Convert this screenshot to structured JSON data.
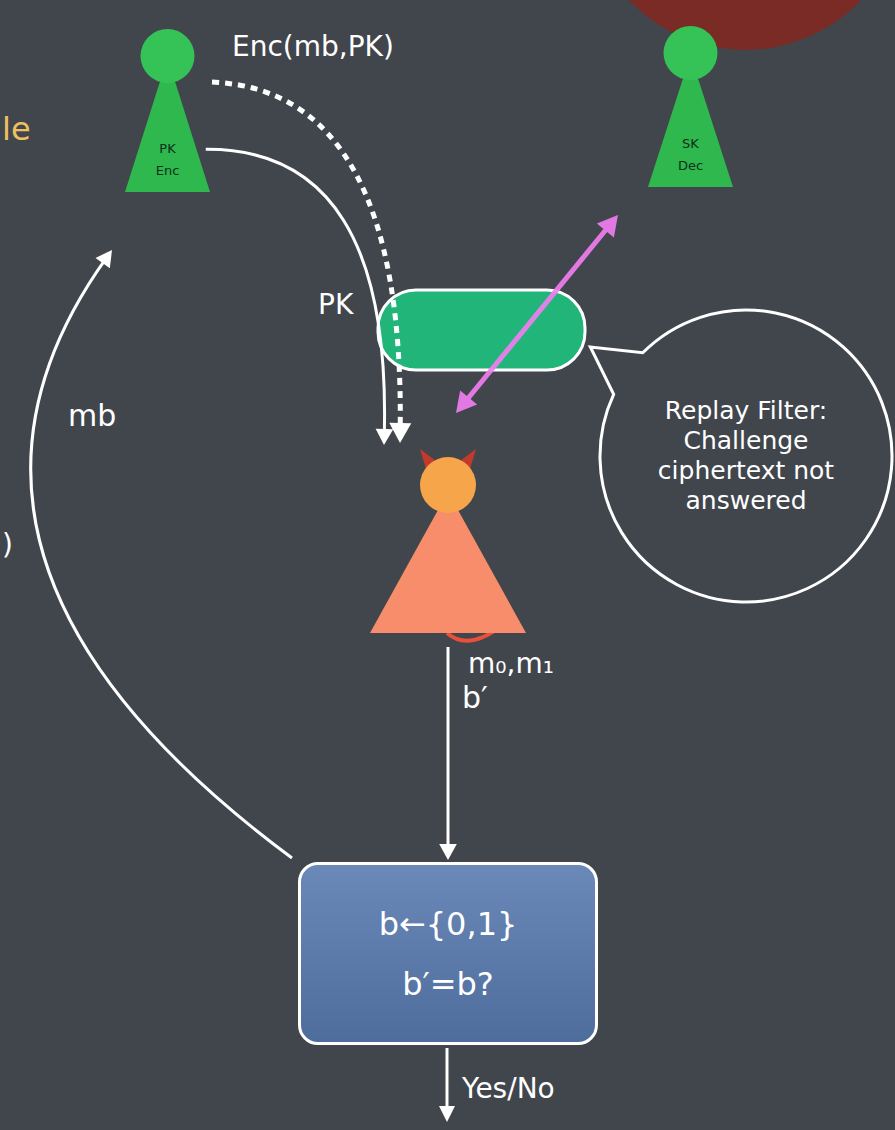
{
  "diagram": {
    "nodes": [
      {
        "text": [
          "PK",
          "Enc"
        ]
      },
      {
        "text": [
          "SK",
          "Dec"
        ]
      },
      {
        "text": [
          "Replay Filter: Challenge ciphertext not answered"
        ]
      },
      {
        "text": [
          "m₀,m₁"
        ]
      },
      {
        "text": [
          "b←{0,1}",
          "b′=b?"
        ]
      }
    ],
    "edges": [
      {
        "from": 0,
        "to": 3,
        "label": "Enc(mb,PK)",
        "arrow": "to"
      },
      {
        "from": 0,
        "to": 3,
        "label": "PK",
        "arrow": "to"
      },
      {
        "from": 1,
        "to": 3,
        "arrow": "both"
      },
      {
        "from": 3,
        "to": 4,
        "label": "b′",
        "arrow": "to"
      },
      {
        "from": 4,
        "to": 0,
        "label": "mb",
        "arrow": "to"
      }
    ],
    "labels": [
      "le",
      ")",
      "Yes/No"
    ]
  }
}
